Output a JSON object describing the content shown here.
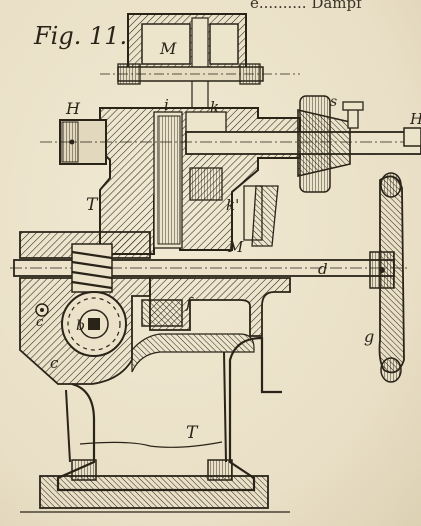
{
  "header": {
    "top_text": "e.......... Dampf"
  },
  "figure": {
    "title": "Fig. 11."
  },
  "labels": {
    "M_top": "M",
    "H": "H",
    "i": "i",
    "k": "k",
    "s": "s",
    "T_mid": "T",
    "k_prime": "k'",
    "M_mid": "M",
    "d": "d",
    "f": "f",
    "c": "c",
    "b": "b",
    "g": "g",
    "c_small": "c",
    "T_base": "T",
    "H_right": "H"
  },
  "colors": {
    "paper": "#ece3cc",
    "ink": "#2a2418"
  }
}
